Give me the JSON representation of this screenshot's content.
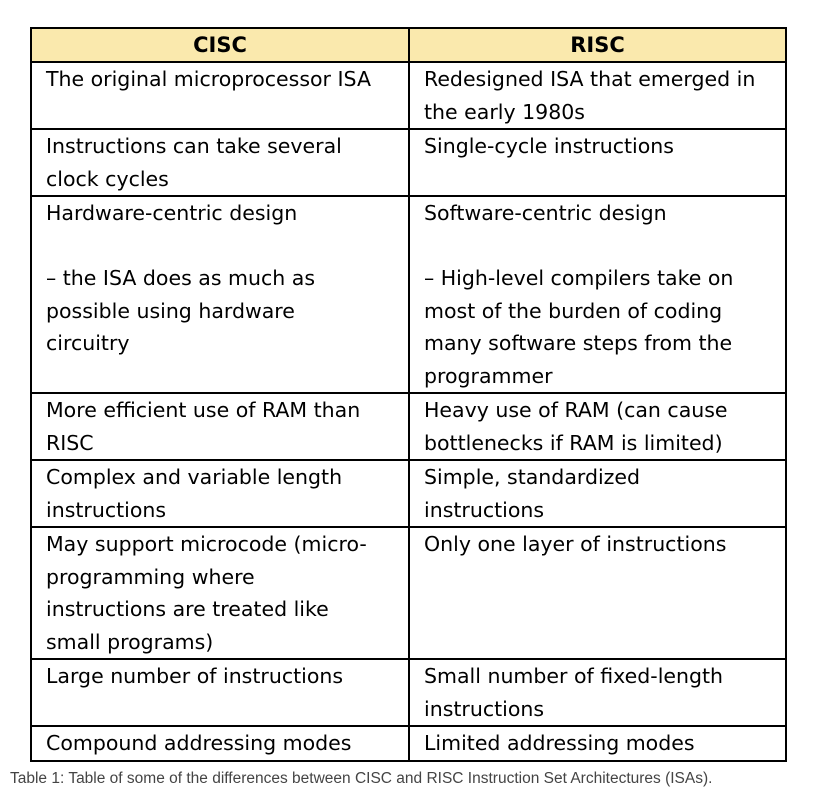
{
  "table": {
    "headers": [
      "CISC",
      "RISC"
    ],
    "header_bg": "#fae9ad",
    "rows": [
      [
        "The original microprocessor ISA",
        "Redesigned ISA that emerged in\nthe early 1980s"
      ],
      [
        "Instructions can take several\nclock cycles",
        "Single-cycle instructions"
      ],
      [
        "Hardware-centric design\n\n – the ISA does as much as\npossible using hardware\ncircuitry",
        "Software-centric design\n\n– High-level compilers take on\nmost of the burden of coding\nmany software steps from the\nprogrammer"
      ],
      [
        "More efficient use of RAM than\nRISC",
        "Heavy use of RAM (can cause\nbottlenecks if RAM is limited)"
      ],
      [
        "Complex and variable length\ninstructions",
        "Simple, standardized\ninstructions"
      ],
      [
        "May support microcode (micro-\nprogramming where\ninstructions are treated like\nsmall programs)",
        "Only one layer of instructions"
      ],
      [
        "Large number of instructions",
        "Small number of fixed-length\ninstructions"
      ],
      [
        "Compound addressing modes",
        "Limited addressing modes"
      ]
    ]
  },
  "caption": "Table 1: Table of some of the differences between CISC and RISC Instruction Set Architectures (ISAs)."
}
